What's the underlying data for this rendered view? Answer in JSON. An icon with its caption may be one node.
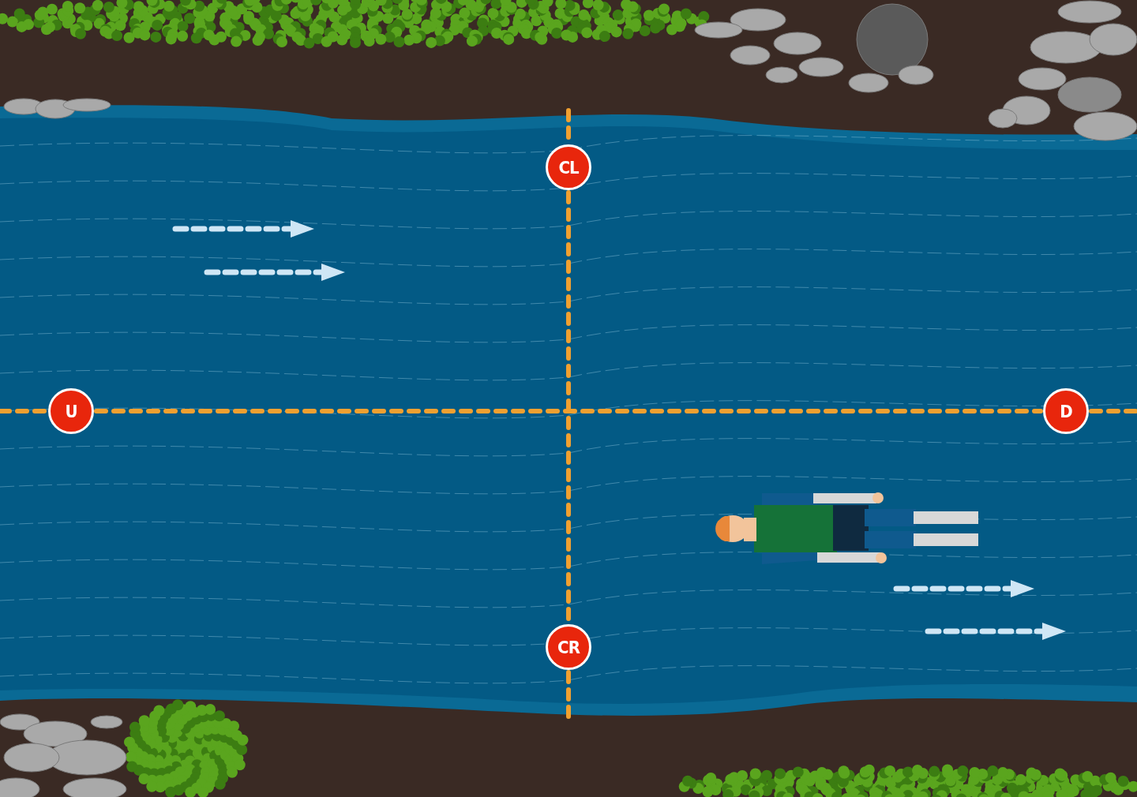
{
  "diagram": {
    "nodes": [
      {
        "text": [
          "CL"
        ]
      },
      {
        "text": [
          "U"
        ]
      },
      {
        "text": [
          "D"
        ]
      },
      {
        "text": [
          "CR"
        ]
      }
    ],
    "edges": [
      {
        "from": 1,
        "to": 2,
        "arrow": "none",
        "style": "dashed"
      },
      {
        "from": 0,
        "to": 3,
        "arrow": "none",
        "style": "dashed"
      }
    ]
  }
}
